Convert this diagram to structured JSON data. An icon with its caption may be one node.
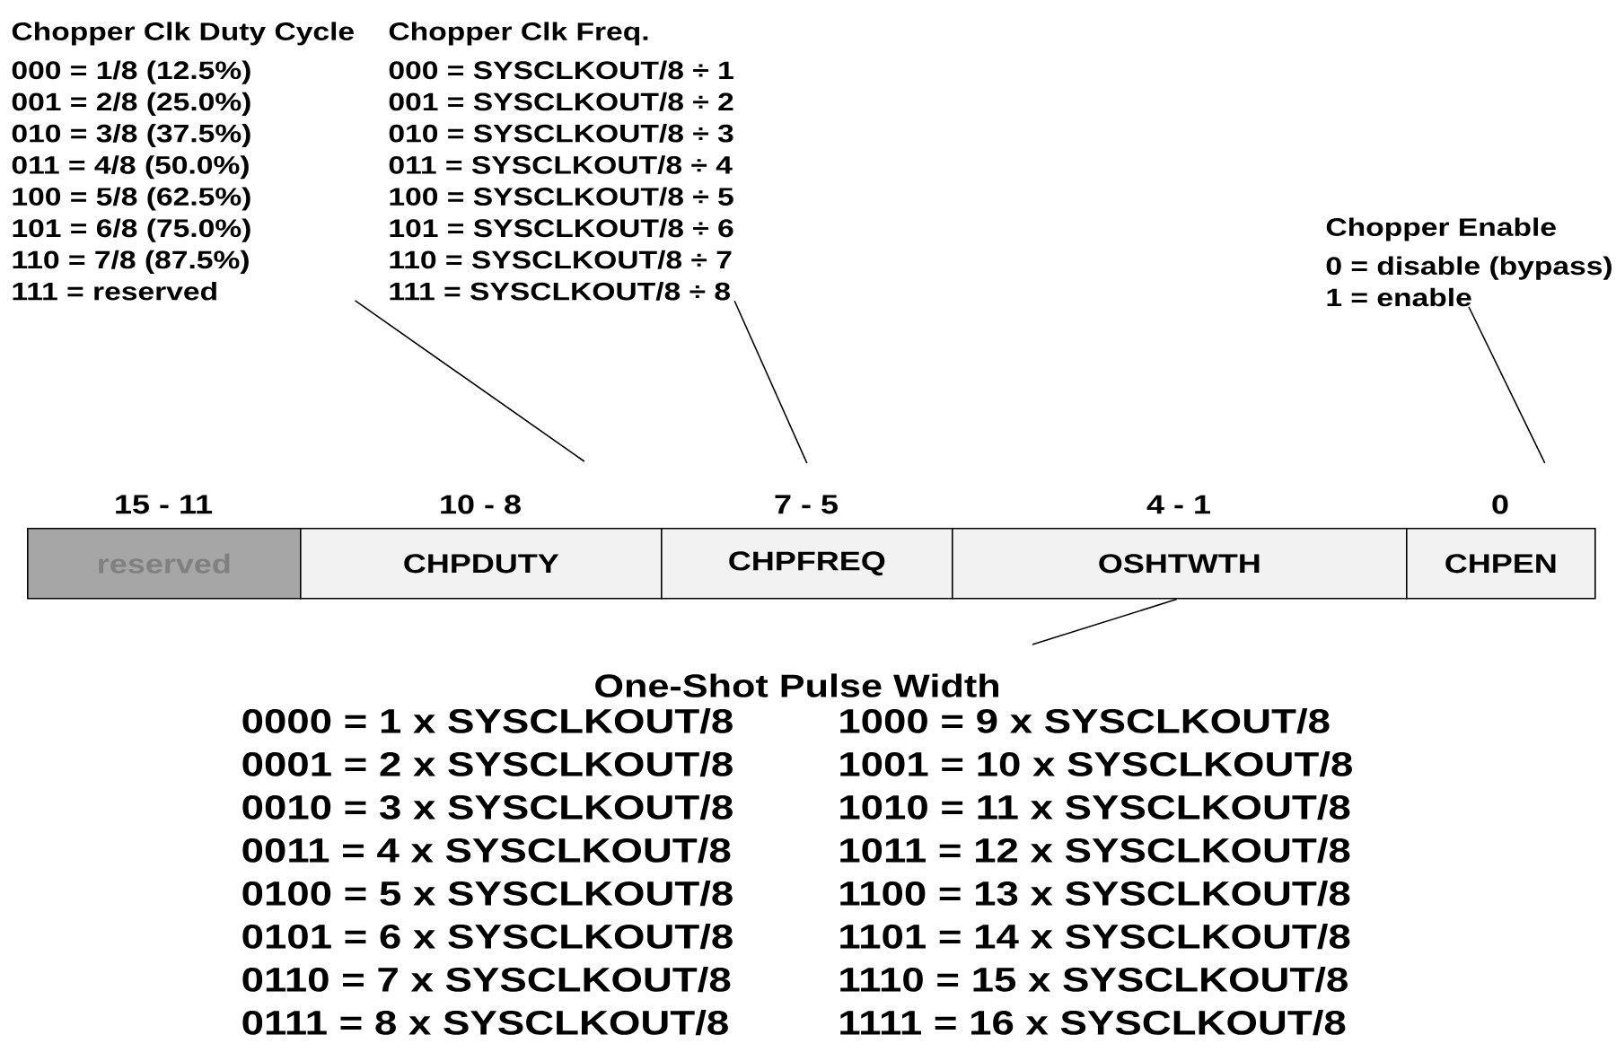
{
  "diagram": {
    "nodes": [
      {
        "text": [
          "reserved"
        ],
        "beside": [
          "15 - 11"
        ]
      },
      {
        "text": [
          "CHPDUTY"
        ],
        "beside": [
          "10 - 8"
        ]
      },
      {
        "text": [
          "CHPFREQ"
        ],
        "beside": [
          "7 - 5"
        ]
      },
      {
        "text": [
          "OSHTWTH"
        ],
        "beside": [
          "4 - 1"
        ]
      },
      {
        "text": [
          "CHPEN"
        ],
        "beside": [
          "0"
        ]
      },
      {
        "text": [
          "Chopper Clk Duty Cycle",
          "000 = 1/8 (12.5%)",
          "001 = 2/8 (25.0%)",
          "010 = 3/8 (37.5%)",
          "011 = 4/8 (50.0%)",
          "100 = 5/8 (62.5%)",
          "101 = 6/8 (75.0%)",
          "110 = 7/8 (87.5%)",
          "111 = reserved"
        ]
      },
      {
        "text": [
          "Chopper Clk Freq.",
          "000 = SYSCLKOUT/8 ÷ 1",
          "001 = SYSCLKOUT/8 ÷ 2",
          "010 = SYSCLKOUT/8 ÷ 3",
          "011 = SYSCLKOUT/8 ÷ 4",
          "100 = SYSCLKOUT/8 ÷ 5",
          "101 = SYSCLKOUT/8 ÷ 6",
          "110 = SYSCLKOUT/8 ÷ 7",
          "111 = SYSCLKOUT/8 ÷ 8"
        ]
      },
      {
        "text": [
          "Chopper Enable",
          "0 = disable (bypass)",
          "1 = enable"
        ]
      },
      {
        "text": [
          "One-Shot Pulse Width",
          "0000 = 1 x SYSCLKOUT/8",
          "0001 = 2 x SYSCLKOUT/8",
          "0010 = 3 x SYSCLKOUT/8",
          "0011 = 4 x SYSCLKOUT/8",
          "0100 = 5 x SYSCLKOUT/8",
          "0101 = 6 x SYSCLKOUT/8",
          "0110 = 7 x SYSCLKOUT/8",
          "0111 = 8 x SYSCLKOUT/8",
          "1000 = 9 x SYSCLKOUT/8",
          "1001 = 10 x SYSCLKOUT/8",
          "1010 = 11 x SYSCLKOUT/8",
          "1011 = 12 x SYSCLKOUT/8",
          "1100 = 13 x SYSCLKOUT/8",
          "1101 = 14 x SYSCLKOUT/8",
          "1110 = 15 x SYSCLKOUT/8",
          "1111 = 16 x SYSCLKOUT/8"
        ]
      }
    ],
    "edges": [
      {
        "from": 5,
        "to": 1,
        "arrow": "none"
      },
      {
        "from": 6,
        "to": 2,
        "arrow": "none"
      },
      {
        "from": 7,
        "to": 4,
        "arrow": "none"
      },
      {
        "from": 8,
        "to": 3,
        "arrow": "none"
      }
    ]
  }
}
